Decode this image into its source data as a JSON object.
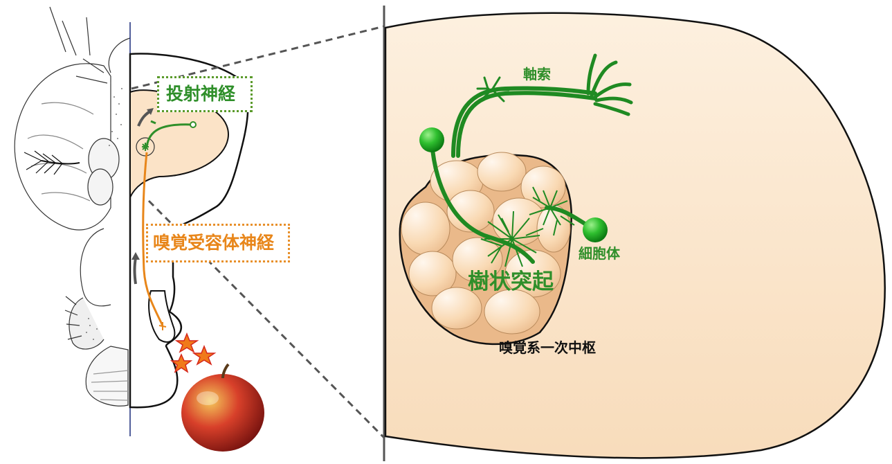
{
  "labels": {
    "projection_neuron": "投射神経",
    "olfactory_receptor_neuron": "嗅覚受容体神経",
    "axon": "軸索",
    "cell_body": "細胞体",
    "dendrite": "樹状突起",
    "primary_olfactory_center": "嗅覚系一次中枢"
  },
  "colors": {
    "neuron_green": "#2f8f2a",
    "receptor_orange": "#e8861a",
    "brain_fill": "#fbe6cc",
    "outline": "#111111",
    "zoom_dash": "#555555"
  }
}
